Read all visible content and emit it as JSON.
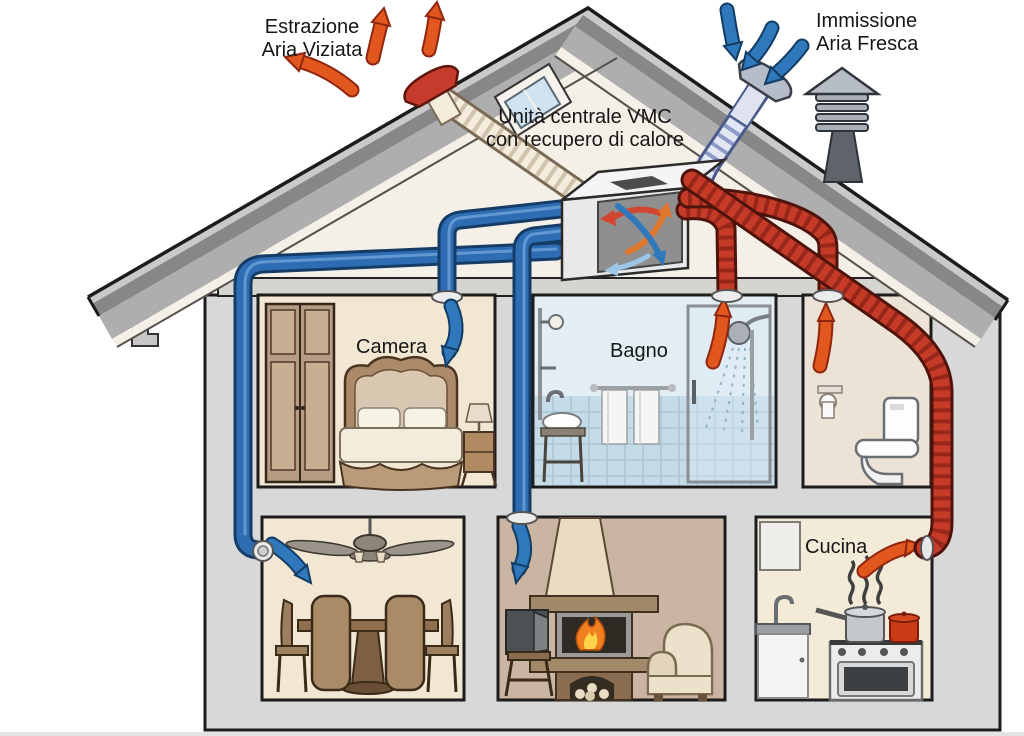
{
  "labels": {
    "extraction_line1": "Estrazione",
    "extraction_line2": "Aria Viziata",
    "intake_line1": "Immissione",
    "intake_line2": "Aria Fresca",
    "unit_line1": "Unità centrale VMC",
    "unit_line2": "con recupero di calore",
    "room_bedroom": "Camera",
    "room_bathroom": "Bagno",
    "room_kitchen": "Cucina"
  },
  "colors": {
    "fresh-air": "#2e6db4",
    "stale-air": "#c63b28",
    "warm-arrow": "#e2571d",
    "cool-arrow": "#2f78bb",
    "exhaust-duct": "#f4ecdc",
    "intake-duct": "#e3e7f3",
    "roof-grey": "#aeaeae",
    "wall-grey": "#d8d8d8"
  }
}
